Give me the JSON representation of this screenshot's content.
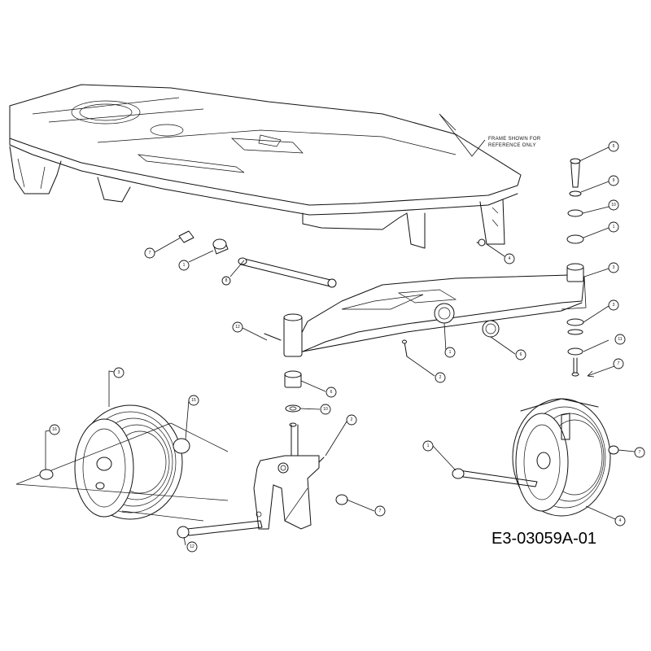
{
  "drawing_code": "E3-03059A-01",
  "frame_note": {
    "line1": "FRAME SHOWN FOR",
    "line2": "REFERENCE ONLY"
  },
  "callouts": [
    {
      "id": "c-frame-left-bolt",
      "label": "7"
    },
    {
      "id": "c-bushing-left",
      "label": "1"
    },
    {
      "id": "c-axle-tube",
      "label": "8"
    },
    {
      "id": "c-frame-right-bolt",
      "label": "4"
    },
    {
      "id": "c-stack-bolt-top",
      "label": "5"
    },
    {
      "id": "c-stack-washer-1",
      "label": "9"
    },
    {
      "id": "c-stack-washer-2",
      "label": "10"
    },
    {
      "id": "c-stack-nut",
      "label": "1"
    },
    {
      "id": "c-stack-spindle",
      "label": "3"
    },
    {
      "id": "c-stack-washer-3",
      "label": "3"
    },
    {
      "id": "c-stack-washer-4",
      "label": "11"
    },
    {
      "id": "c-stack-arrow",
      "label": "7"
    },
    {
      "id": "c-axle-grease",
      "label": "12"
    },
    {
      "id": "c-axle-center",
      "label": "1"
    },
    {
      "id": "c-axle-bushing-right",
      "label": "6"
    },
    {
      "id": "c-axle-pin",
      "label": "2"
    },
    {
      "id": "c-spindle-bushing",
      "label": "6"
    },
    {
      "id": "c-spindle-washer",
      "label": "10"
    },
    {
      "id": "c-spindle-pin",
      "label": "2"
    },
    {
      "id": "c-wheel-left",
      "label": "3"
    },
    {
      "id": "c-hub-cap",
      "label": "15"
    },
    {
      "id": "c-wheel-bushing",
      "label": "16"
    },
    {
      "id": "c-spindle-nut",
      "label": "7"
    },
    {
      "id": "c-spindle-bolt",
      "label": "12"
    },
    {
      "id": "c-wheel-right-bolt",
      "label": "1"
    },
    {
      "id": "c-wheel-right-nut",
      "label": "7"
    },
    {
      "id": "c-wheel-right",
      "label": "4"
    }
  ]
}
